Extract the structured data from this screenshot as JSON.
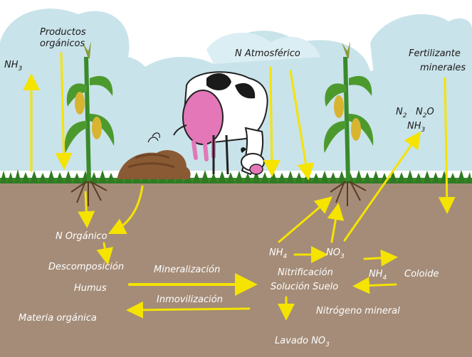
{
  "sky": {
    "productos": [
      "Productos",
      "orgánicos"
    ],
    "nh3_left": {
      "base": "NH",
      "sub": "3"
    },
    "n_atmosferico": "N Atmosférico",
    "fertilizante": [
      "Fertilizante",
      "minerales"
    ],
    "gases": {
      "n2": {
        "base": "N",
        "sub": "2"
      },
      "n2o": {
        "base": "N",
        "sub": "2",
        "suffix": "O"
      },
      "nh3": {
        "base": "NH",
        "sub": "3"
      }
    }
  },
  "soil": {
    "n_organico": "N Orgánico",
    "descomposicion": "Descomposición",
    "humus": "Humus",
    "mineralizacion": "Mineralización",
    "inmovilizacion": "Inmovilización",
    "materia_organica": "Materia orgánica",
    "nh4_left": {
      "base": "NH",
      "sub": "4"
    },
    "no3": {
      "base": "NO",
      "sub": "3"
    },
    "nitrificacion": "Nitrificación",
    "solucion_suelo": "Solución Suelo",
    "nh4_right": {
      "base": "NH",
      "sub": "4"
    },
    "coloide": "Coloide",
    "nitrogeno_mineral": "Nitrógeno mineral",
    "lavado": {
      "base": "Lavado NO",
      "sub": "3"
    }
  },
  "colors": {
    "sky": "#c9e3ea",
    "cloud": "#d8e6ee",
    "soil": "#a48c78",
    "grass": "#3a8a2a",
    "arrow": "#f5e300"
  }
}
